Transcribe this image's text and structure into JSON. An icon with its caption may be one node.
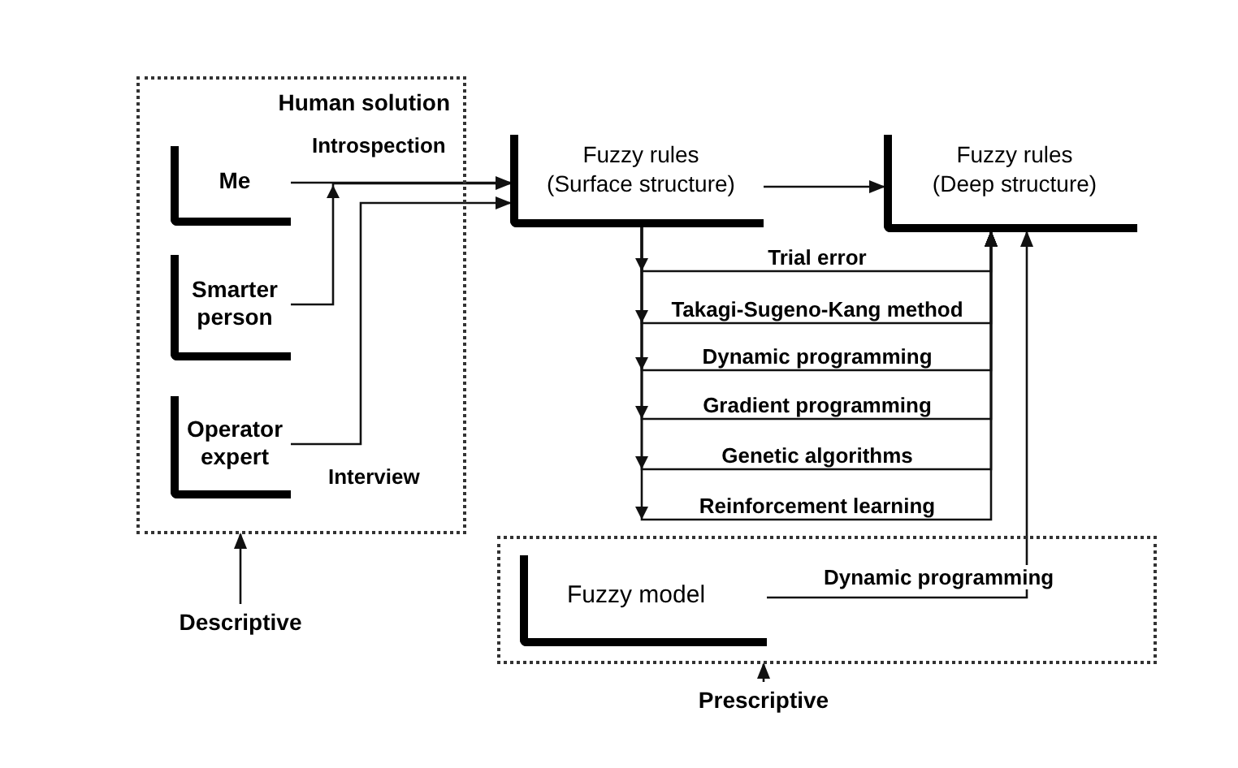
{
  "diagram": {
    "nodes": [
      {
        "text": [
          "Human solution"
        ]
      },
      {
        "text": [
          "Me"
        ],
        "in": 0
      },
      {
        "text": [
          "Smarter person"
        ],
        "in": 0
      },
      {
        "text": [
          "Operator expert"
        ],
        "in": 0
      },
      {
        "text": [
          "Fuzzy rules (Surface structure)"
        ]
      },
      {
        "text": [
          "Fuzzy rules (Deep structure)"
        ]
      },
      {
        "text": [],
        "shape": "box"
      },
      {
        "text": [
          "Fuzzy model"
        ],
        "in": 6
      },
      {
        "text": [
          "Descriptive"
        ]
      },
      {
        "text": [
          "Prescriptive"
        ]
      }
    ],
    "edges": [
      {
        "from": 1,
        "to": 4,
        "arrow": "to",
        "label": "Introspection"
      },
      {
        "from": 2,
        "to": 4,
        "arrow": "to"
      },
      {
        "from": 3,
        "to": 4,
        "arrow": "to",
        "label": "Interview"
      },
      {
        "from": 4,
        "to": 5,
        "arrow": "to"
      },
      {
        "from": 4,
        "to": 5,
        "arrow": "to",
        "label": "Trial error"
      },
      {
        "from": 4,
        "to": 5,
        "arrow": "to",
        "label": "Takagi-Sugeno-Kang method"
      },
      {
        "from": 4,
        "to": 5,
        "arrow": "to",
        "label": "Dynamic programming"
      },
      {
        "from": 4,
        "to": 5,
        "arrow": "to",
        "label": "Gradient programming"
      },
      {
        "from": 4,
        "to": 5,
        "arrow": "to",
        "label": "Genetic algorithms"
      },
      {
        "from": 4,
        "to": 5,
        "arrow": "to",
        "label": "Reinforcement learning"
      },
      {
        "from": 7,
        "to": 5,
        "arrow": "to",
        "label": "Dynamic programming"
      },
      {
        "from": 8,
        "to": 0,
        "arrow": "to"
      },
      {
        "from": 9,
        "to": 6,
        "arrow": "to"
      }
    ]
  }
}
